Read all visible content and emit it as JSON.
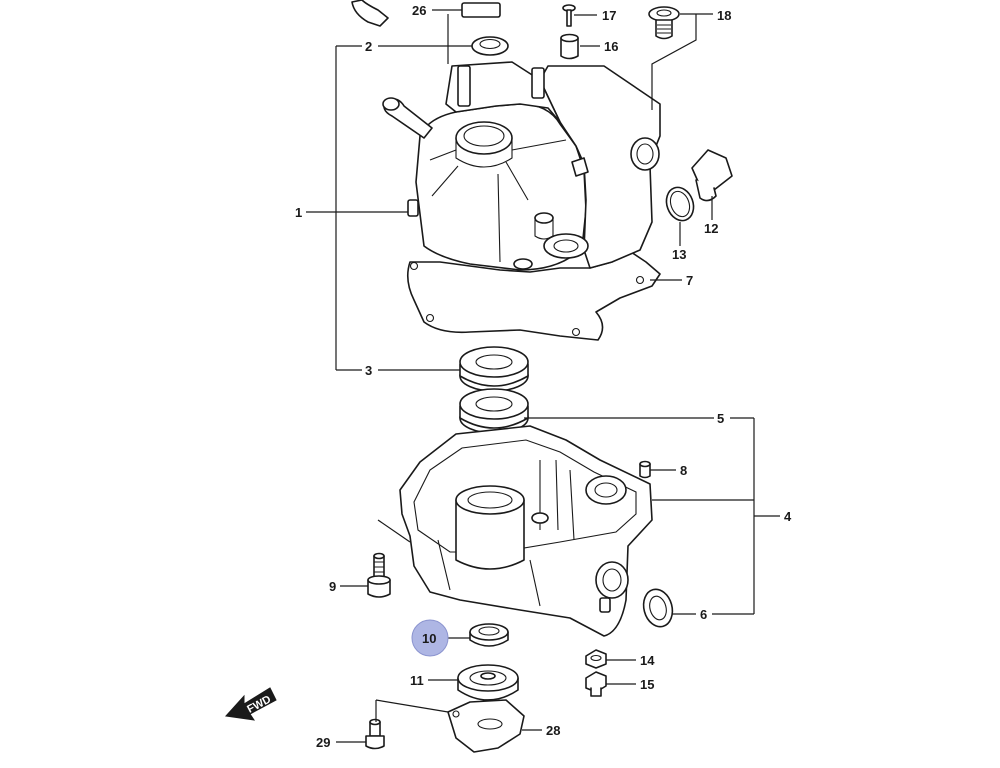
{
  "callouts": {
    "p1": "1",
    "p2": "2",
    "p3": "3",
    "p4": "4",
    "p5": "5",
    "p6": "6",
    "p7": "7",
    "p8": "8",
    "p9": "9",
    "p10": "10",
    "p11": "11",
    "p12": "12",
    "p13": "13",
    "p14": "14",
    "p15": "15",
    "p16": "16",
    "p17": "17",
    "p18": "18",
    "p26": "26",
    "p28": "28",
    "p29": "29"
  },
  "highlight": {
    "part": "10",
    "color": "#aeb6e4"
  },
  "fwd_label": "FWD",
  "colors": {
    "line": "#1a1a1a",
    "background": "#ffffff",
    "highlight": "#aeb6e4"
  }
}
